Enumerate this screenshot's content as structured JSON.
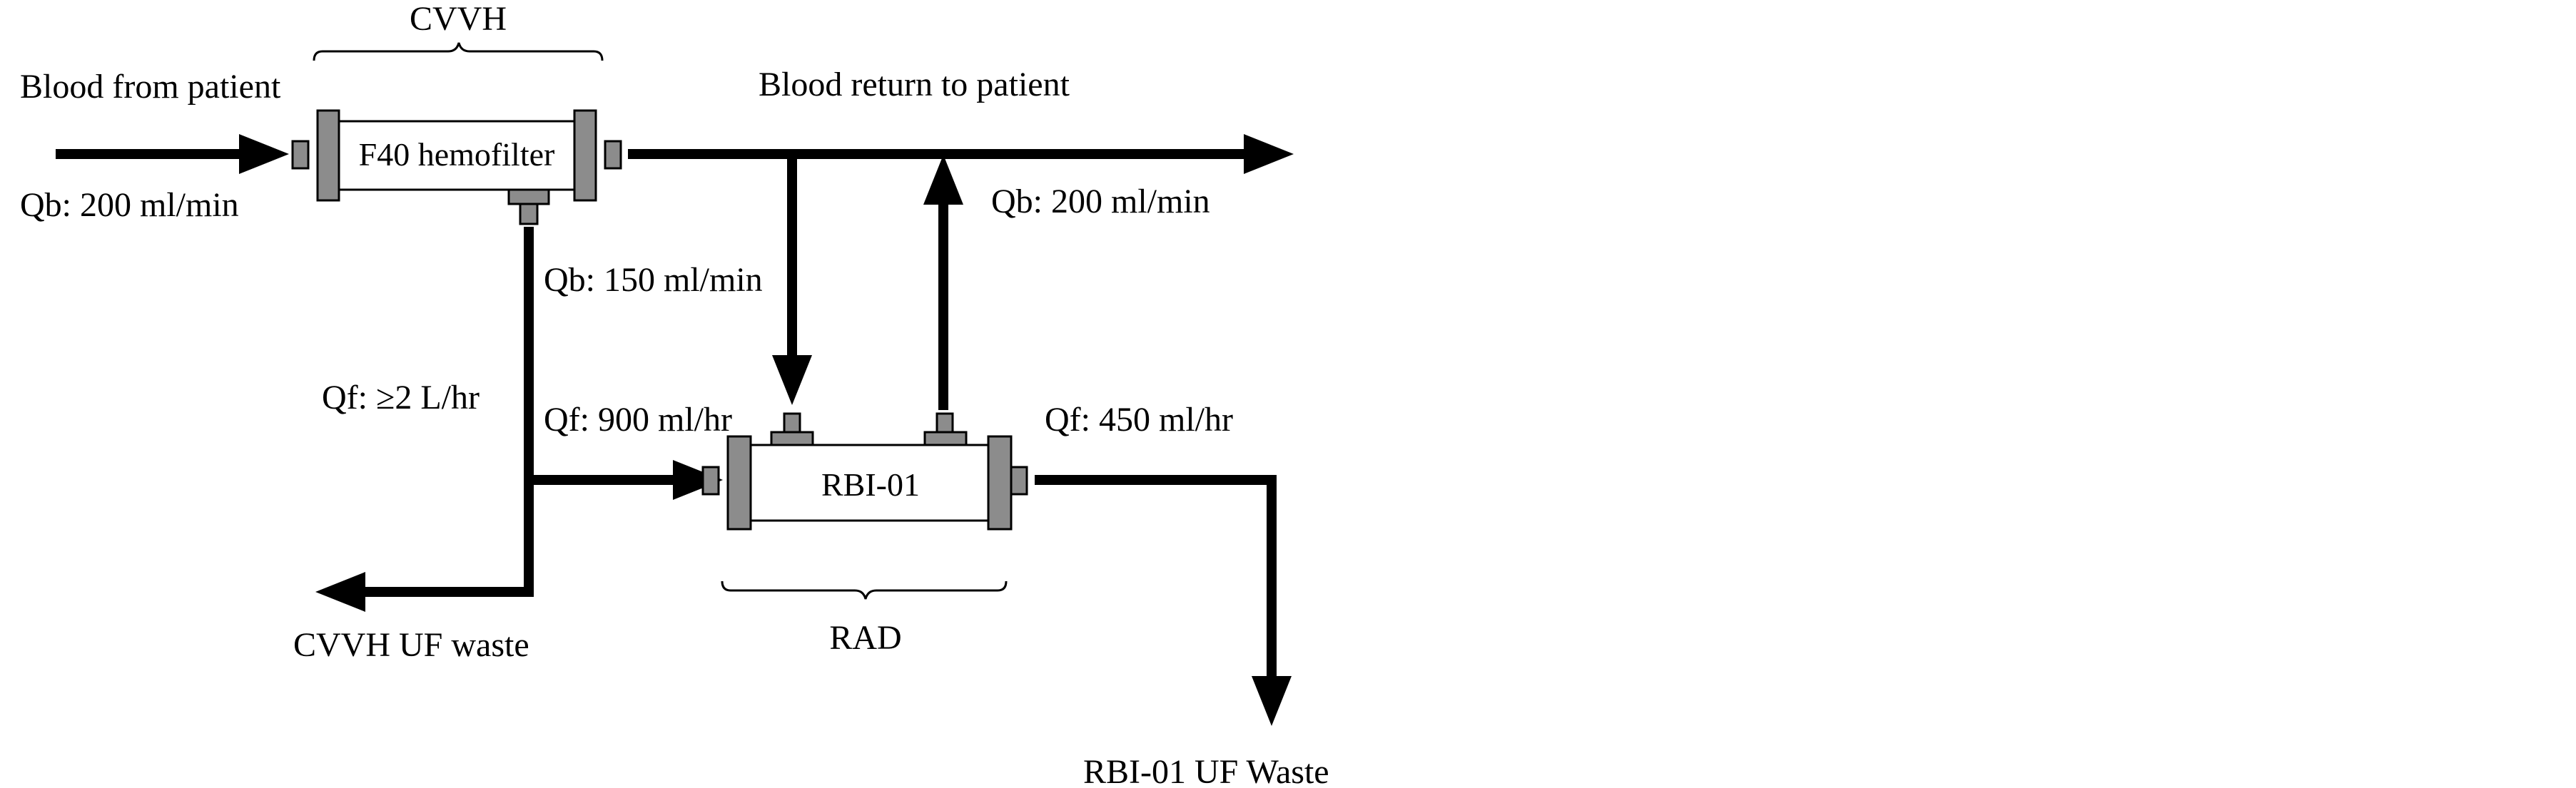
{
  "labels": {
    "blood_from_patient": "Blood from patient",
    "cvvh": "CVVH",
    "blood_return": "Blood return to patient",
    "qb_in": "Qb: 200 ml/min",
    "filter_name": "F40 hemofilter",
    "qb_out": "Qb: 200 ml/min",
    "qb_branch": "Qb: 150 ml/min",
    "qf_cvvh": "Qf: ≥2 L/hr",
    "qf_rad_in": "Qf: 900 ml/hr",
    "qf_rad_out": "Qf: 450 ml/hr",
    "rad_device": "RBI-01",
    "rad": "RAD",
    "cvvh_waste": "CVVH UF waste",
    "rbi_waste": "RBI-01 UF Waste"
  }
}
